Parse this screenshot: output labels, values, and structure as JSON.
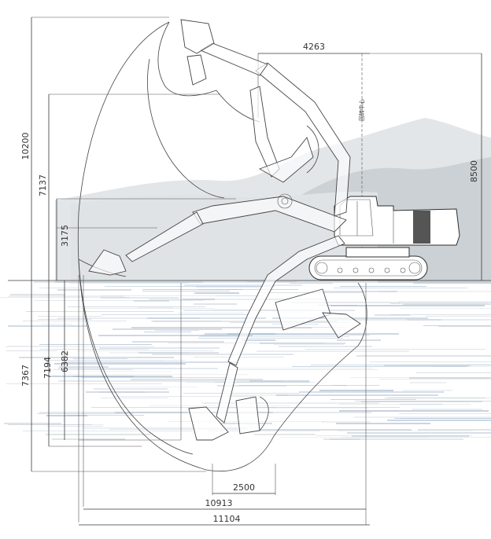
{
  "colors": {
    "line": "#3a3a3a",
    "mountain_light": "#d9dde0",
    "mountain_dark": "#b8bec3",
    "counterweight": "#555555",
    "stripe_gray": "#c7ced4",
    "stripe_blue": "#a9bcd0"
  },
  "dimensions": {
    "reach_top_width": "4263",
    "max_digging_height": "10200",
    "max_dumping_height": "7137",
    "vertical_wall_height": "3175",
    "transport_height": "8500",
    "max_digging_depth": "7367",
    "max_depth_2_5m_level": "7194",
    "max_vertical_wall_depth": "6382",
    "level_bottom_width": "2500",
    "reach_at_ground": "10913",
    "max_reach": "11104"
  },
  "labels": {
    "center_note": "回转中心"
  }
}
